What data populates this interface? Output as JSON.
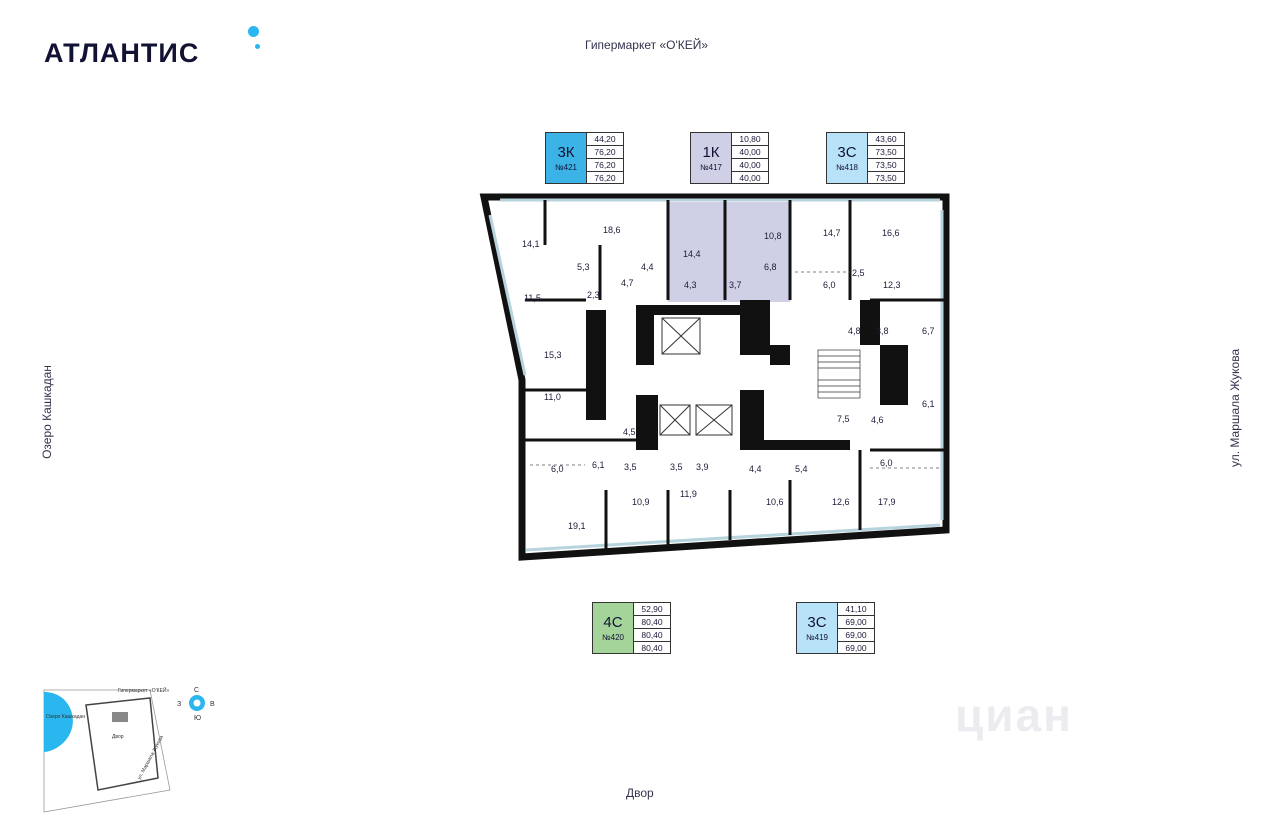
{
  "brand": {
    "name": "АТЛАНТИС"
  },
  "orientation": {
    "north": "Гипермаркет «О'КЕЙ»",
    "south": "Двор",
    "west": "Озеро Кашкадан",
    "east": "ул. Маршала Жукова"
  },
  "apartments": [
    {
      "type": "3К",
      "number": "№421",
      "values": [
        "44,20",
        "76,20",
        "76,20",
        "76,20"
      ],
      "color": "#3bb3e6"
    },
    {
      "type": "1К",
      "number": "№417",
      "values": [
        "10,80",
        "40,00",
        "40,00",
        "40,00"
      ],
      "color": "#cfd0e6"
    },
    {
      "type": "3С",
      "number": "№418",
      "values": [
        "43,60",
        "73,50",
        "73,50",
        "73,50"
      ],
      "color": "#b8e2f7"
    },
    {
      "type": "4С",
      "number": "№420",
      "values": [
        "52,90",
        "80,40",
        "80,40",
        "80,40"
      ],
      "color": "#a5d49a"
    },
    {
      "type": "3С",
      "number": "№419",
      "values": [
        "41,10",
        "69,00",
        "69,00",
        "69,00"
      ],
      "color": "#b8e2f7"
    }
  ],
  "room_areas": [
    "14,1",
    "18,6",
    "14,4",
    "10,8",
    "14,7",
    "16,6",
    "5,3",
    "4,4",
    "6,8",
    "2,5",
    "11,5",
    "4,7",
    "4,3",
    "3,7",
    "6,0",
    "12,3",
    "2,3",
    "4,8",
    "3,8",
    "6,7",
    "15,3",
    "11,0",
    "7,5",
    "4,6",
    "6,1",
    "4,5",
    "6,0",
    "6,1",
    "3,5",
    "3,5",
    "3,9",
    "4,4",
    "5,4",
    "6,0",
    "10,9",
    "11,9",
    "10,6",
    "12,6",
    "17,9",
    "19,1"
  ],
  "minimap": {
    "north_label": "Гипермаркет «О'КЕЙ»",
    "lake_label": "Озеро Кашкадан",
    "yard_label": "Двор",
    "street_label": "ул. Маршала Жукова"
  },
  "compass": {
    "n": "С",
    "s": "Ю",
    "w": "З",
    "e": "В"
  },
  "watermark": "циан",
  "colors": {
    "brand_accent": "#2ab6ee",
    "wall": "#111111",
    "highlight_1k": "#cfd0e6",
    "window": "#cfe3ea"
  }
}
